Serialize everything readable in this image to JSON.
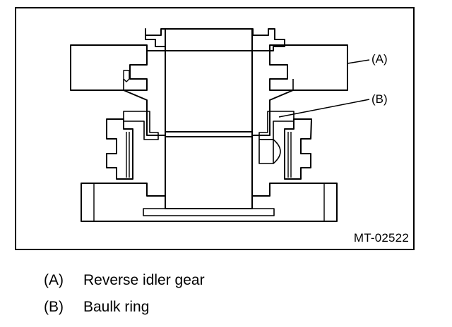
{
  "figure": {
    "id_label": "MT-02522",
    "callouts": [
      {
        "key": "A",
        "text": "(A)"
      },
      {
        "key": "B",
        "text": "(B)"
      }
    ]
  },
  "legend": [
    {
      "key": "(A)",
      "label": "Reverse idler gear"
    },
    {
      "key": "(B)",
      "label": "Baulk ring"
    }
  ]
}
